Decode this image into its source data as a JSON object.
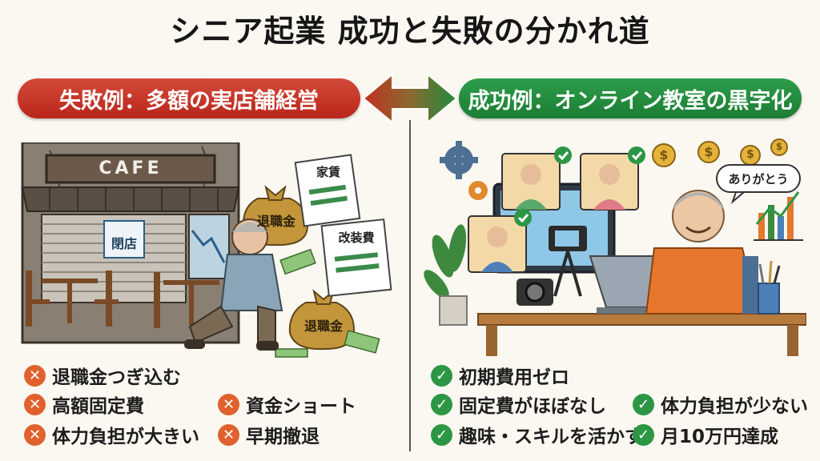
{
  "title": "シニア起業 成功と失敗の分かれ道",
  "failure": {
    "banner": "失敗例：多額の実店舗経営",
    "scene": {
      "cafe_sign": "CAFE",
      "closed_sign": "閉店",
      "bag1": "退職金",
      "bag2": "退職金",
      "doc1": "家賃",
      "doc2": "改装費"
    },
    "items": [
      "退職金つぎ込む",
      "高額固定費",
      "資金ショート",
      "体力負担が大きい",
      "早期撤退"
    ]
  },
  "success": {
    "banner": "成功例：オンライン教室の黒字化",
    "scene": {
      "speech": "ありがとう",
      "coin": "$"
    },
    "items": [
      "初期費用ゼロ",
      "固定費がほぼなし",
      "体力負担が少ない",
      "趣味・スキルを活かす",
      "月10万円達成"
    ]
  },
  "colors": {
    "fail": "#c0301f",
    "success": "#218a3c",
    "x_mark": "#e0612d",
    "check_mark": "#2c9645"
  }
}
